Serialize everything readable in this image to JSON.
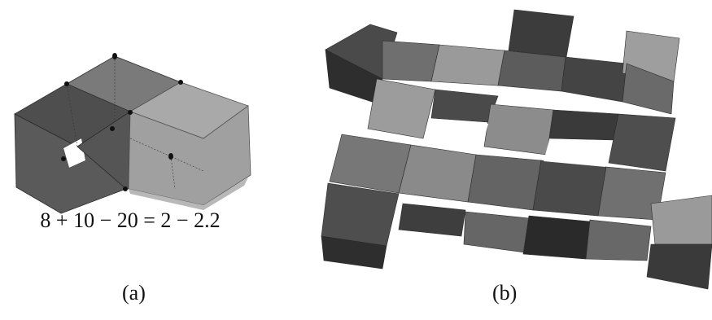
{
  "panel_a": {
    "equation": "8 + 10 − 20 = 2 − 2.2",
    "caption": "(a)"
  },
  "panel_b": {
    "caption": "(b)"
  },
  "colors": {
    "dark": "#4a4a4a",
    "medium": "#6e6e6e",
    "light": "#9a9a9a",
    "lighter": "#b3b3b3",
    "edge": "#2a2a2a"
  }
}
